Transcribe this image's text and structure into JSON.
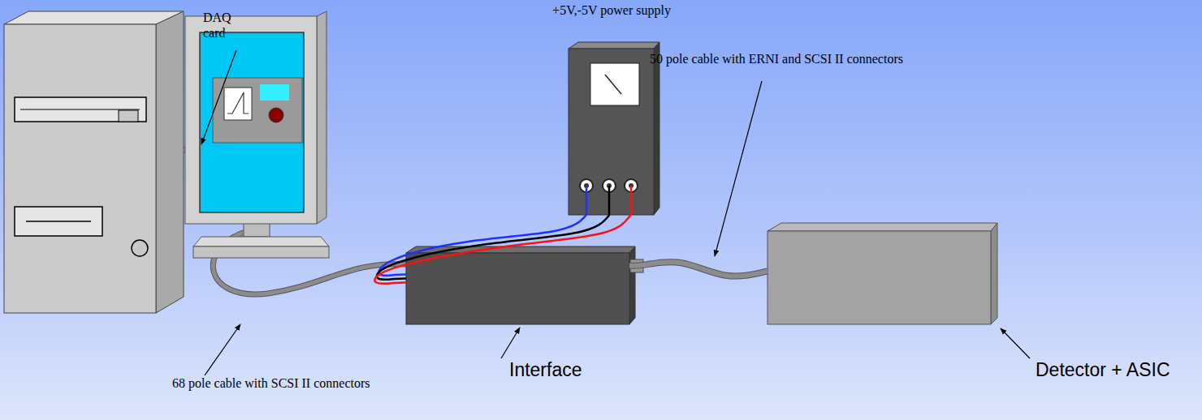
{
  "diagram": {
    "nodes": [
      {
        "text": [
          "+5V,-5V power supply"
        ]
      },
      {
        "text": [
          "Interface"
        ]
      },
      {
        "text": [
          "Detector + ASIC"
        ]
      }
    ],
    "edges": [
      {
        "from": 0,
        "to": 1,
        "arrow": "none"
      },
      {
        "from": 0,
        "to": 1,
        "arrow": "none"
      },
      {
        "from": 0,
        "to": 1,
        "arrow": "none"
      },
      {
        "from": 1,
        "to": 2,
        "arrow": "none"
      }
    ],
    "labels": [
      "DAQ card",
      "50 pole cable with ERNI and SCSI II connectors",
      "68 pole cable with SCSI II connectors"
    ]
  }
}
